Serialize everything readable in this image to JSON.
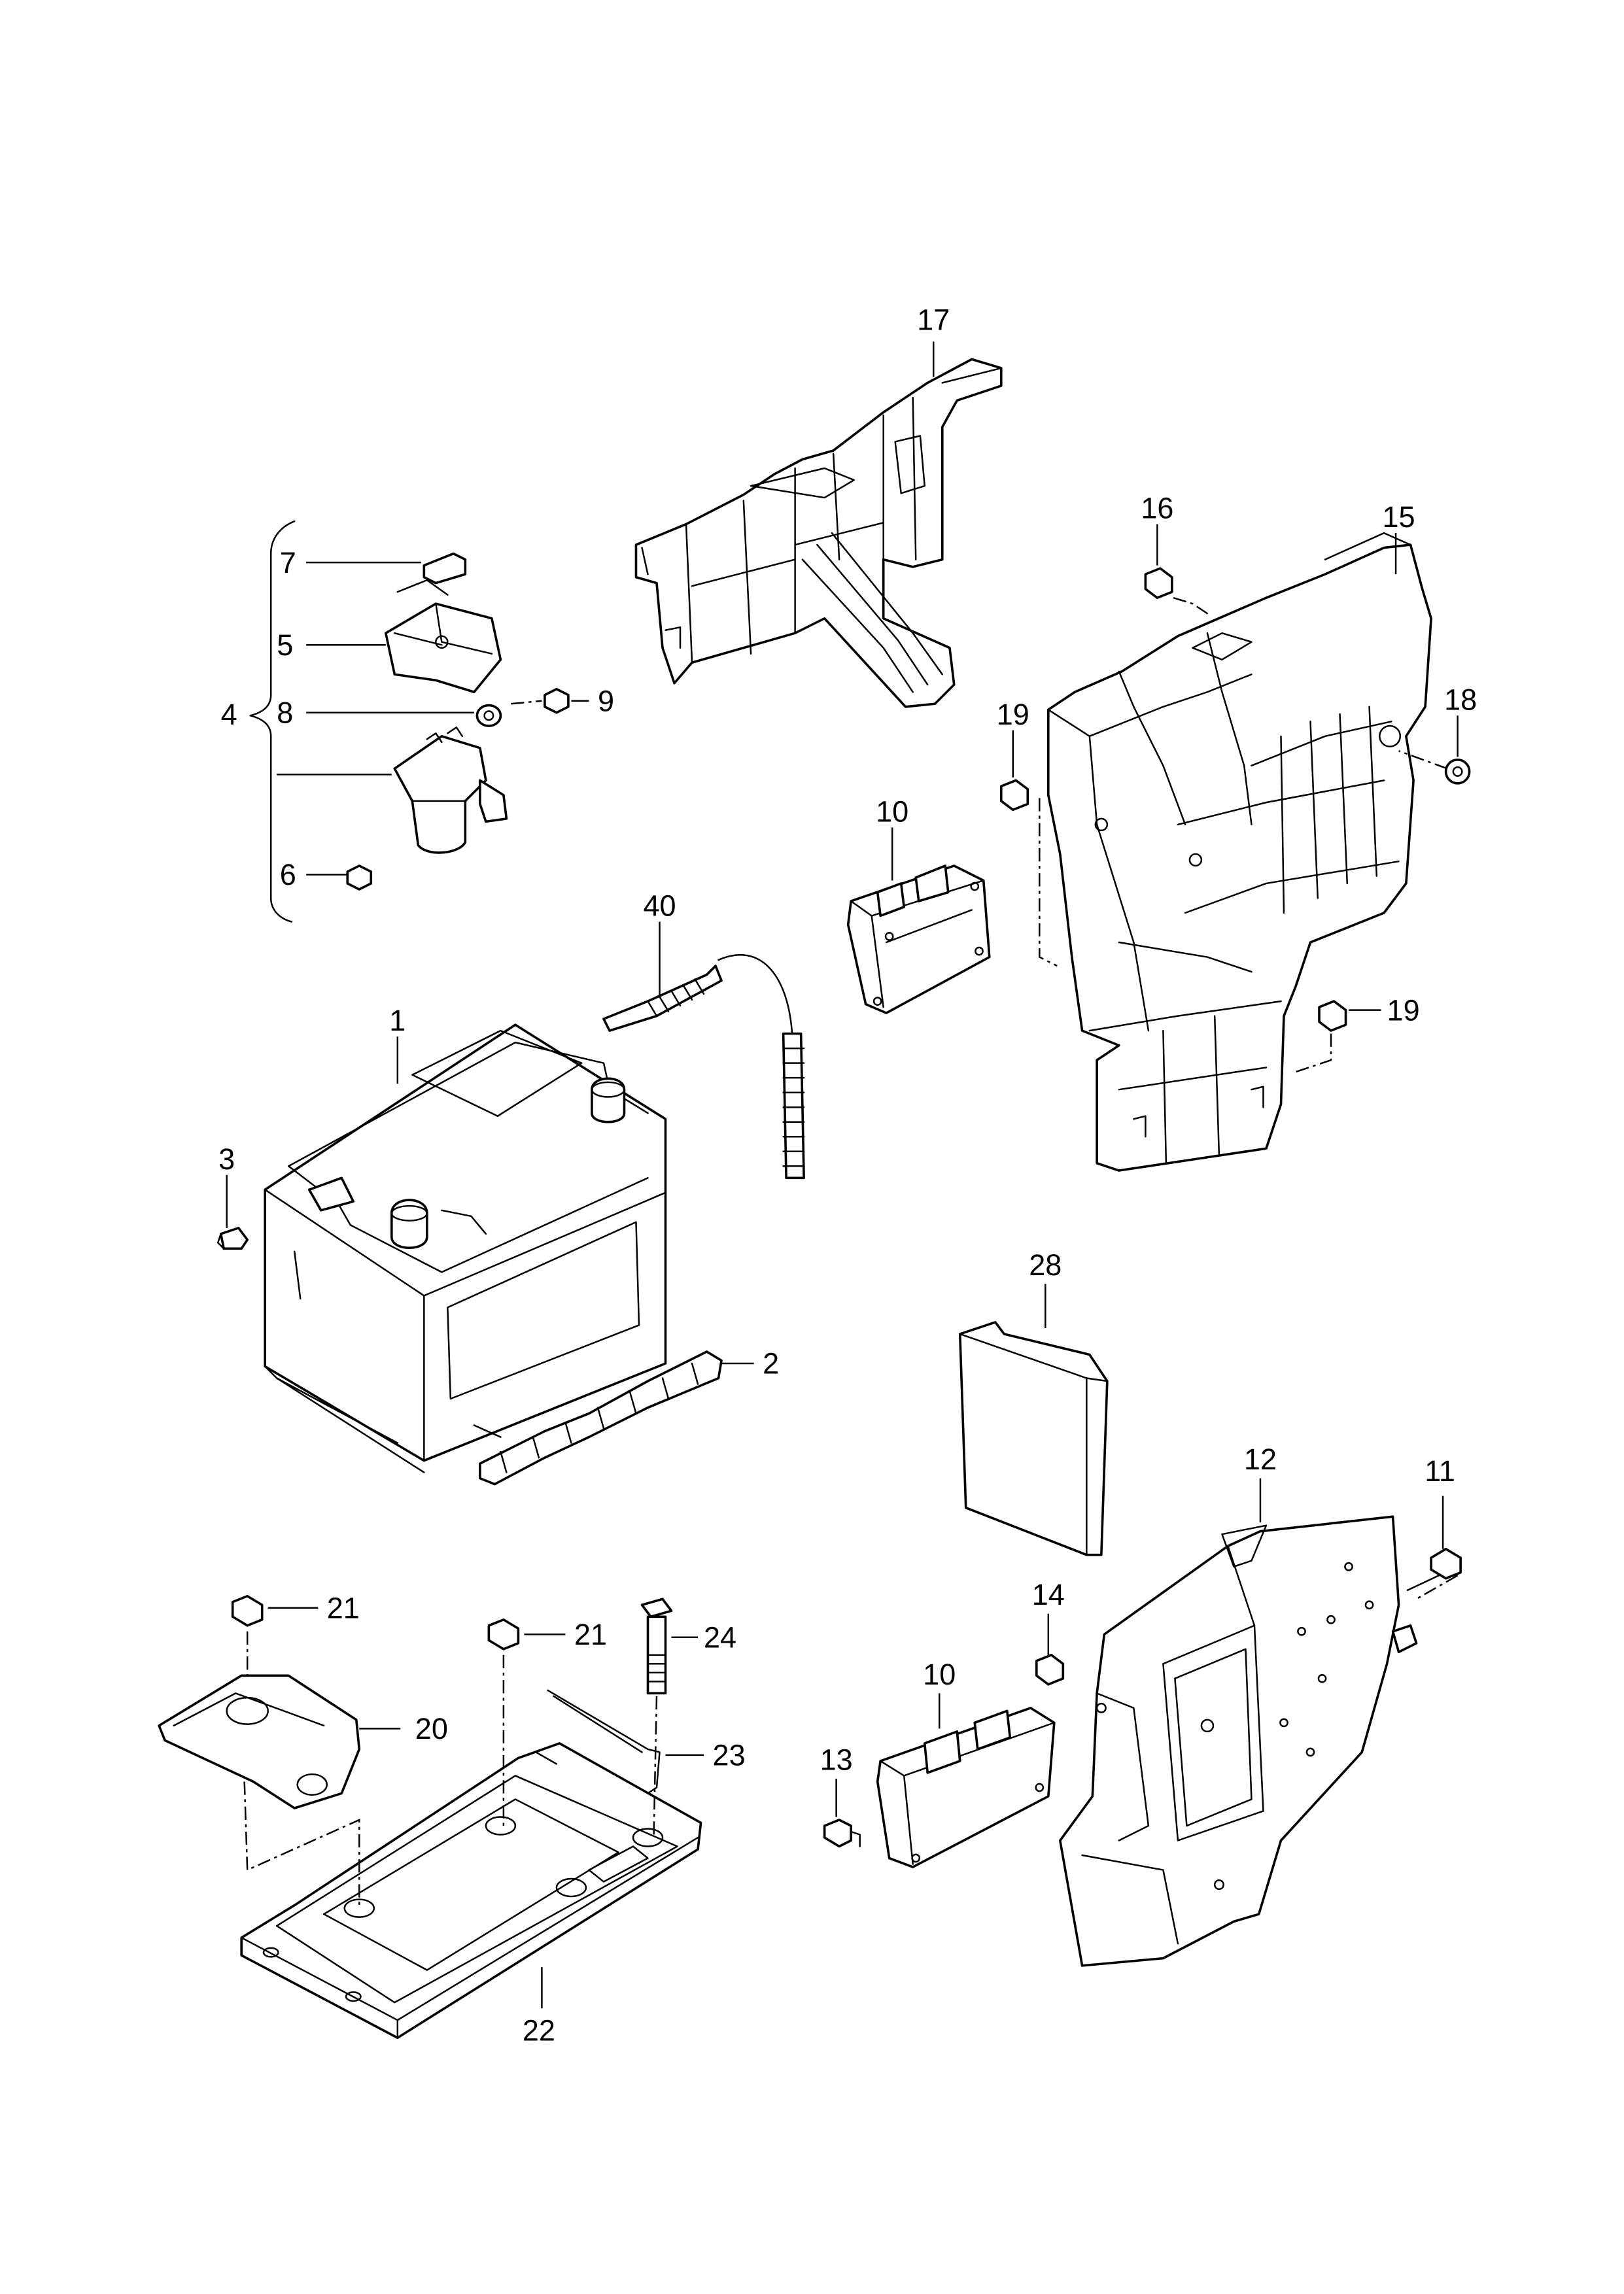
{
  "callouts": {
    "c1": "1",
    "c2": "2",
    "c3": "3",
    "c4": "4",
    "c5": "5",
    "c6": "6",
    "c7": "7",
    "c8": "8",
    "c9": "9",
    "c10a": "10",
    "c10b": "10",
    "c11": "11",
    "c12": "12",
    "c13": "13",
    "c14": "14",
    "c15": "15",
    "c16": "16",
    "c17": "17",
    "c18": "18",
    "c19a": "19",
    "c19b": "19",
    "c20": "20",
    "c21a": "21",
    "c21b": "21",
    "c22": "22",
    "c23": "23",
    "c24": "24",
    "c28": "28",
    "c40": "40"
  }
}
